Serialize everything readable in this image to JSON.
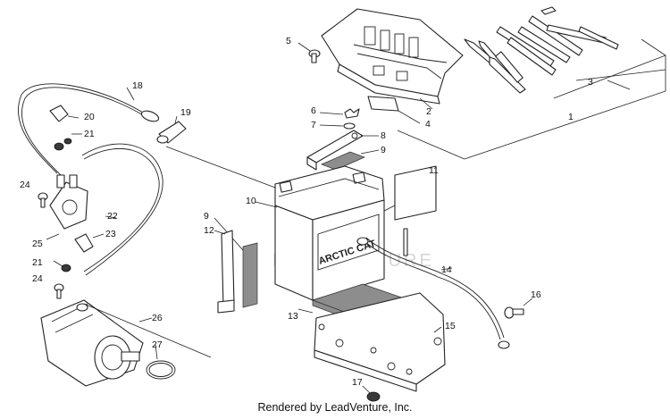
{
  "diagram": {
    "callouts": [
      "1",
      "2",
      "3",
      "4",
      "5",
      "6",
      "7",
      "8",
      "9",
      "10",
      "11",
      "12",
      "13",
      "14",
      "15",
      "16",
      "17",
      "18",
      "19",
      "20",
      "21",
      "22",
      "23",
      "24",
      "25",
      "26",
      "27"
    ],
    "battery_brand": "ARCTIC CAT",
    "watermark": "LEADVENTURE"
  },
  "footer": {
    "text": "Rendered by LeadVenture, Inc."
  }
}
